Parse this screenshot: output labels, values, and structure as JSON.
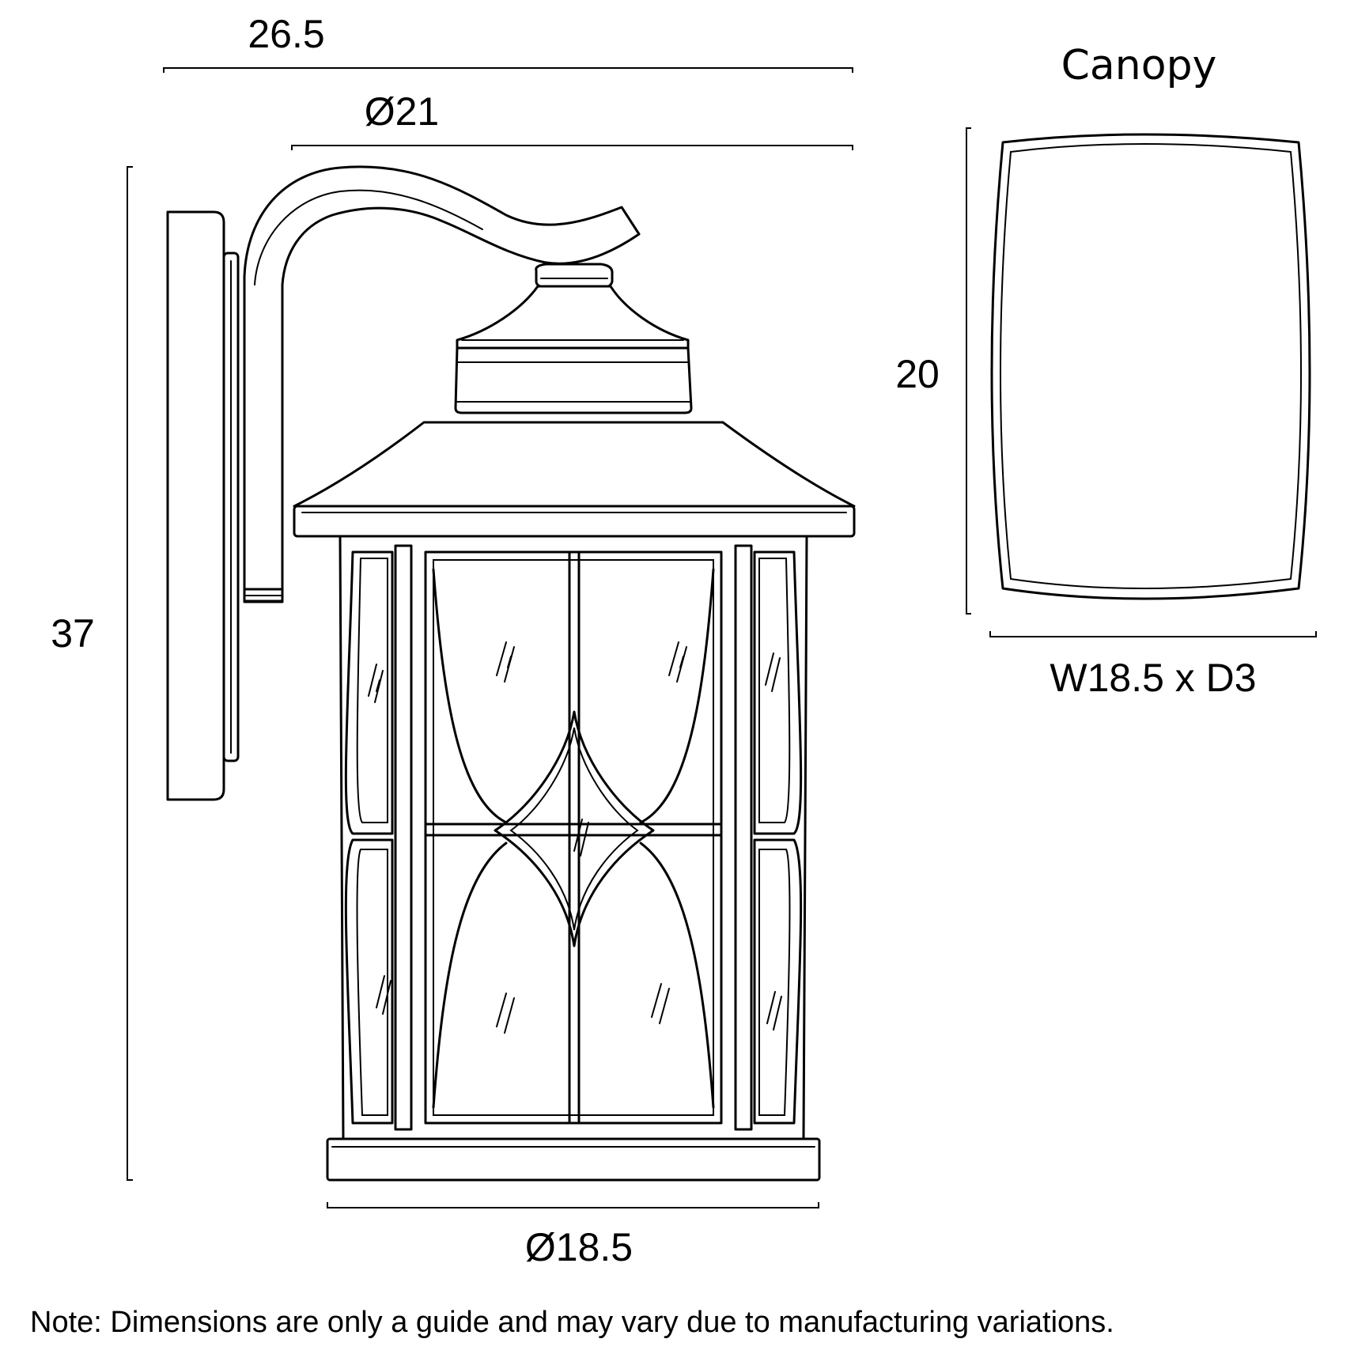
{
  "dimensions": {
    "overall_depth": "26.5",
    "shade_diameter": "Ø21",
    "overall_height": "37",
    "base_diameter": "Ø18.5",
    "canopy_height": "20",
    "canopy_size": "W18.5 x D3"
  },
  "canopy_title": "Canopy",
  "note": "Note: Dimensions are only a guide and may vary due to manufacturing variations."
}
